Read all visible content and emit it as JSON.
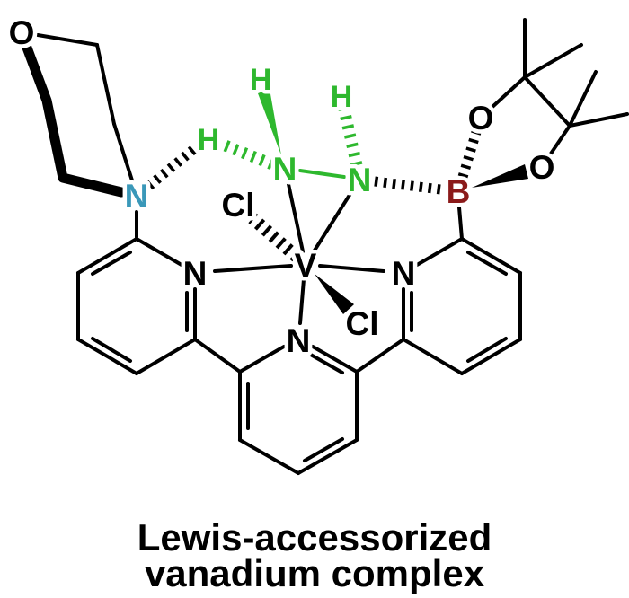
{
  "figure": {
    "caption_line1": "Lewis-accessorized",
    "caption_line2": "vanadium complex"
  },
  "atoms": {
    "morpholine_o": "O",
    "morpholine_n": "N",
    "hydrazine_h_left": "H",
    "hydrazine_h_top": "H",
    "hydrazine_h_right": "H",
    "hydrazine_n1": "N",
    "hydrazine_n2": "N",
    "chloride_top": "Cl",
    "chloride_bottom": "Cl",
    "vanadium": "V",
    "boron": "B",
    "pinacol_o_top": "O",
    "pinacol_o_right": "O",
    "pyridine_n_left": "N",
    "pyridine_n_center": "N",
    "pyridine_n_right": "N"
  },
  "colors": {
    "nitrogen_amine": "#3A98B9",
    "hydrazine_green": "#2EB82E",
    "boron_red": "#8B1A1A",
    "bond_black": "#000000"
  }
}
